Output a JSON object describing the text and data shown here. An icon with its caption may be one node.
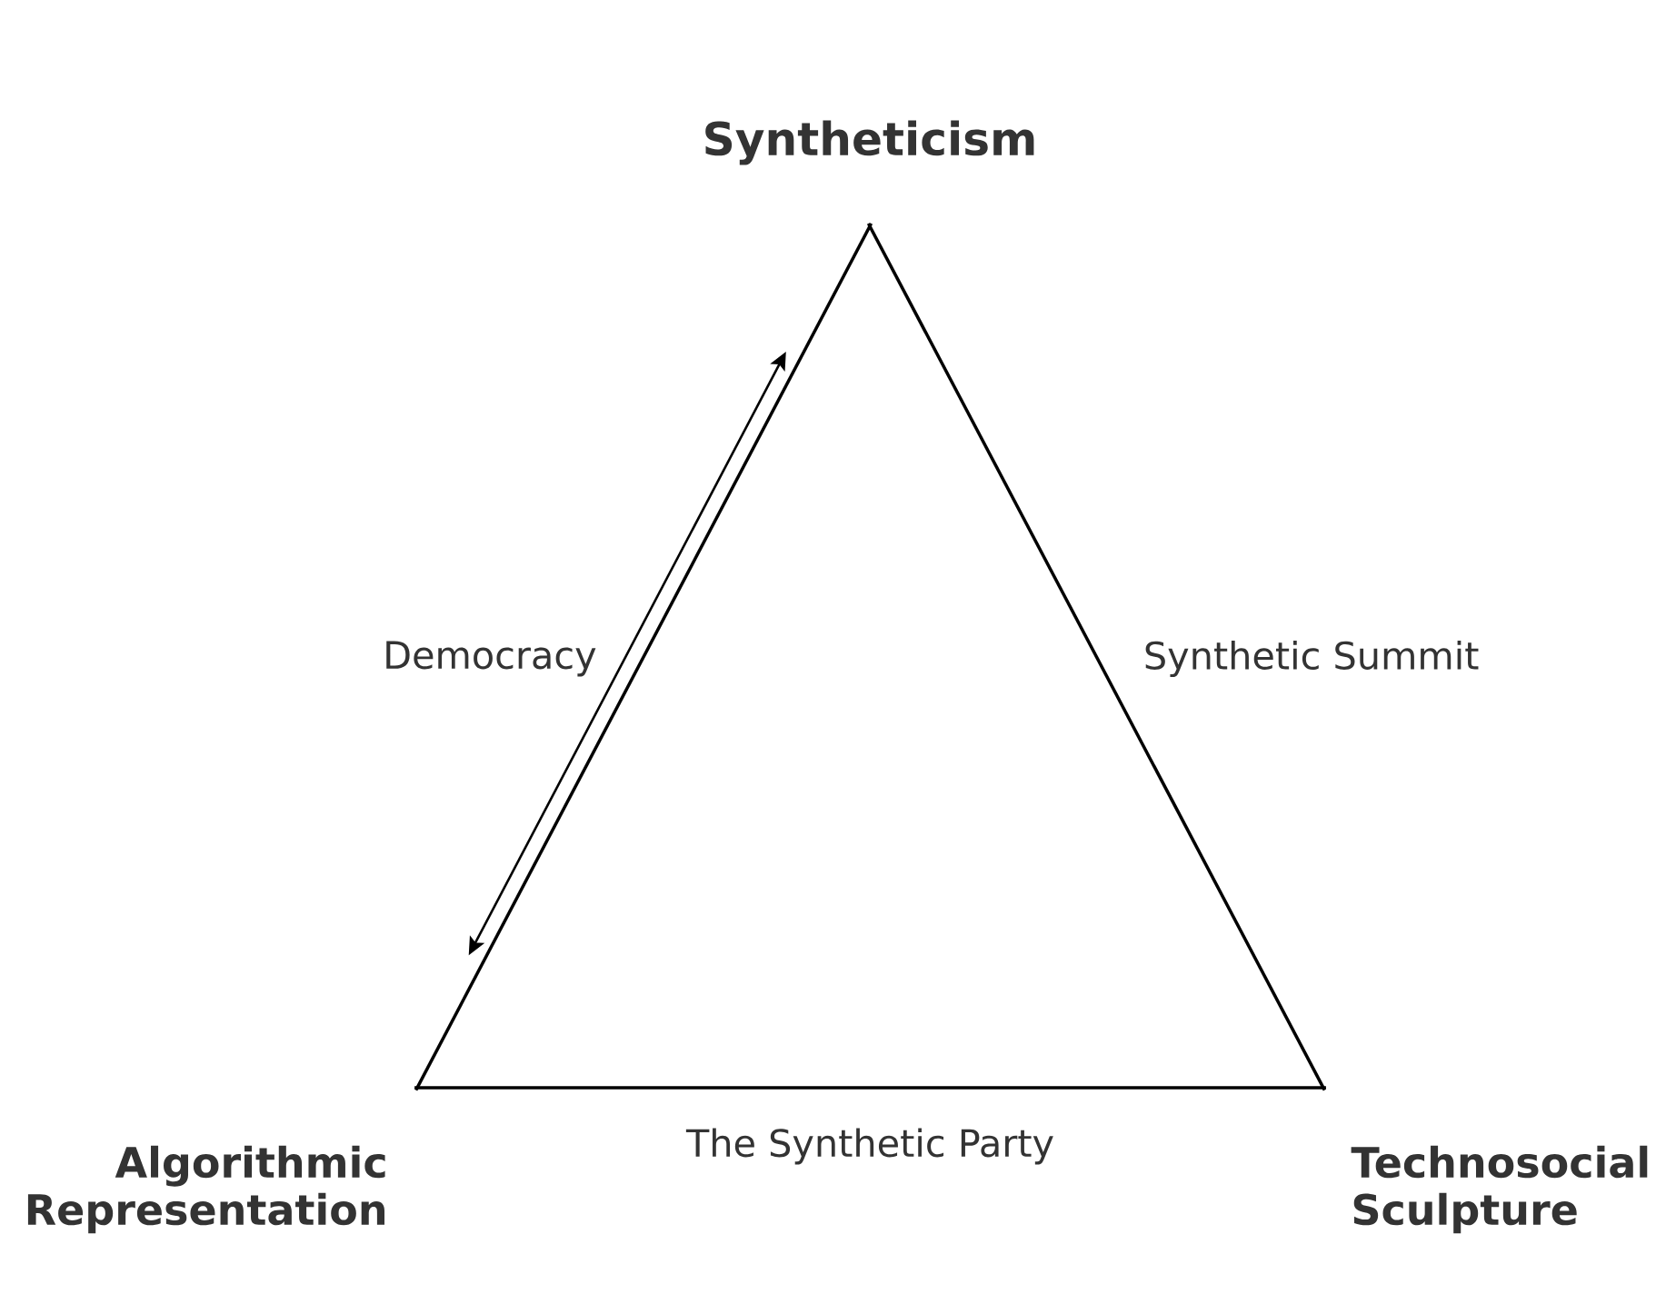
{
  "diagram": {
    "nodes": [
      {
        "text": [
          "Syntheticism"
        ]
      },
      {
        "text": [
          "Algorithmic Representation"
        ]
      },
      {
        "text": [
          "Technosocial Sculpture"
        ]
      }
    ],
    "edges": [
      {
        "from": 0,
        "to": 1,
        "arrow": "none",
        "label": "Democracy"
      },
      {
        "from": 0,
        "to": 2,
        "arrow": "none",
        "label": "Synthetic Summit"
      },
      {
        "from": 1,
        "to": 2,
        "arrow": "none",
        "label": "The Synthetic Party"
      }
    ]
  }
}
